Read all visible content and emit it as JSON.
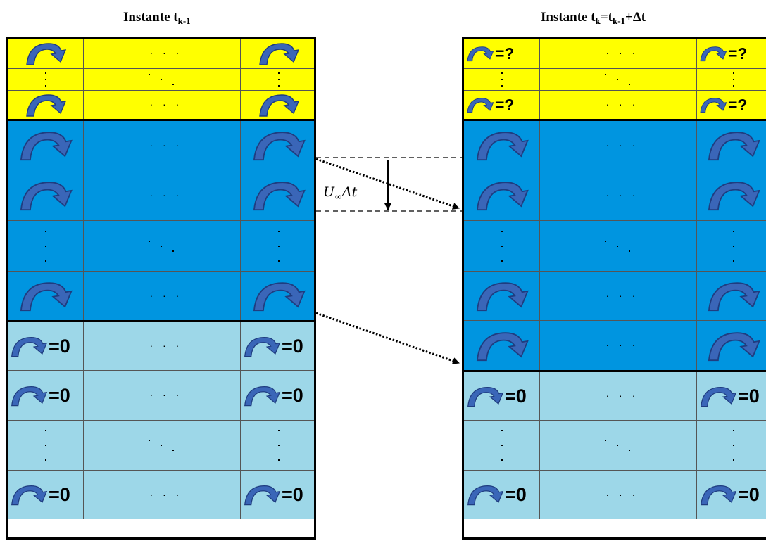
{
  "titles": {
    "left_main": "Instante t",
    "left_sub": "k-1",
    "right_part1": "Instante t",
    "right_sub1": "k",
    "right_part2": "=t",
    "right_sub2": "k-1",
    "right_part3": "+Δt"
  },
  "labels": {
    "unknown": "=?",
    "zero": "=0",
    "ellipsis": "· · ·"
  },
  "annotation": {
    "symbol": "U",
    "subscript": "∞",
    "rest": "Δt"
  },
  "colors": {
    "wake_unknown": "#ffff00",
    "wake_active": "#0095e0",
    "wake_zero": "#9dd7e8",
    "arc_fill": "#3a66b8"
  },
  "icons": {
    "circulation": "curved-arrow-icon"
  },
  "left_grid": {
    "rows": [
      {
        "zone": "unknown",
        "kind": "arc"
      },
      {
        "zone": "unknown",
        "kind": "dots"
      },
      {
        "zone": "unknown",
        "kind": "arc"
      },
      {
        "zone": "active",
        "kind": "arc"
      },
      {
        "zone": "active",
        "kind": "arc"
      },
      {
        "zone": "active",
        "kind": "dots"
      },
      {
        "zone": "active",
        "kind": "arc"
      },
      {
        "zone": "zero",
        "kind": "arc_label"
      },
      {
        "zone": "zero",
        "kind": "arc_label"
      },
      {
        "zone": "zero",
        "kind": "dots"
      },
      {
        "zone": "zero",
        "kind": "arc_label"
      }
    ]
  },
  "right_grid": {
    "rows": [
      {
        "zone": "unknown",
        "kind": "arc_label"
      },
      {
        "zone": "unknown",
        "kind": "dots"
      },
      {
        "zone": "unknown",
        "kind": "arc_label"
      },
      {
        "zone": "active",
        "kind": "arc"
      },
      {
        "zone": "active",
        "kind": "arc"
      },
      {
        "zone": "active",
        "kind": "dots"
      },
      {
        "zone": "active",
        "kind": "arc"
      },
      {
        "zone": "active",
        "kind": "arc"
      },
      {
        "zone": "zero",
        "kind": "arc_label"
      },
      {
        "zone": "zero",
        "kind": "dots"
      },
      {
        "zone": "zero",
        "kind": "arc_label"
      }
    ]
  }
}
